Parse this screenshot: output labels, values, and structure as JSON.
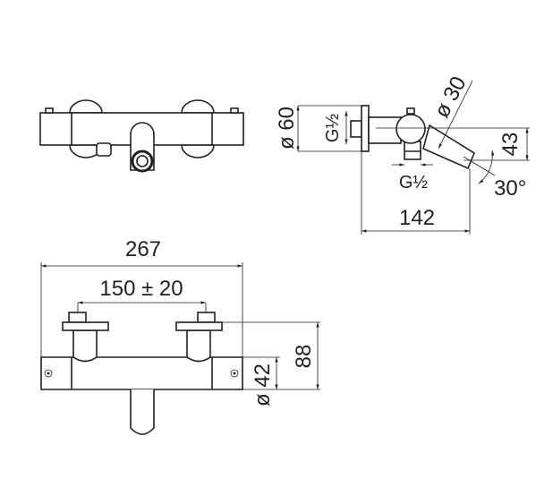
{
  "drawing": {
    "title": "Thermostatic bath mixer technical drawing",
    "dimensions": {
      "overall_width": "267",
      "handle_spacing": "150 ± 20",
      "height": "88",
      "body_diameter": "ø 42",
      "wall_plate_diameter": "ø 60",
      "wall_connection": "G½",
      "bottom_connection": "G½",
      "spout_diameter": "ø 30",
      "spout_drop": "43",
      "spout_angle": "30°",
      "projection": "142"
    },
    "colors": {
      "line": "#231f20",
      "background": "#ffffff"
    }
  }
}
